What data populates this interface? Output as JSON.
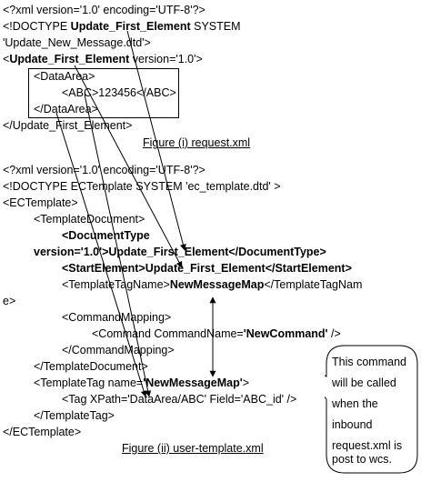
{
  "figure1": {
    "line1": "<?xml version='1.0' encoding='UTF-8'?>",
    "line2a": "<!DOCTYPE ",
    "line2b": "Update_First_Element",
    "line2c": " SYSTEM",
    "line3": "'Update_New_Message.dtd'>",
    "line4a": "<",
    "line4b": "Update_First_Element",
    "line4c": " version='1.0'>",
    "line5": "<DataArea>",
    "line6": "<ABC>123456</ABC>",
    "line7": "</DataArea>",
    "line8": "</Update_First_Element>",
    "caption": "Figure (i) request.xml"
  },
  "figure2": {
    "line1": "<?xml version='1.0' encoding='UTF-8'?>",
    "line2": "<!DOCTYPE ECTemplate SYSTEM 'ec_template.dtd' >",
    "line3": "<ECTemplate>",
    "line4": "<TemplateDocument>",
    "line5": "<DocumentType",
    "line6": "version='1.0'>Update_First_Element</DocumentType>",
    "line7": "<StartElement>Update_First_Element</StartElement>",
    "line8a": "<TemplateTagName>",
    "line8b": "NewMessageMap",
    "line8c": "</TemplateTagNam",
    "line9": "e>",
    "line10": "<CommandMapping>",
    "line11a": "<Command CommandName=",
    "line11b": "'NewCommand'",
    "line11c": " />",
    "line12": "</CommandMapping>",
    "line13": "</TemplateDocument>",
    "line14a": "<TemplateTag name=",
    "line14b": "'NewMessageMap'",
    "line14c": ">",
    "line15": "<Tag XPath='DataArea/ABC' Field='ABC_id' />",
    "line16": "</TemplateTag>",
    "line17": "</ECTemplate>",
    "caption": "Figure (ii) user-template.xml"
  },
  "callout": {
    "lines": [
      "This command",
      "will be called",
      "when the",
      "inbound",
      "request.xml is",
      "post to wcs."
    ]
  }
}
